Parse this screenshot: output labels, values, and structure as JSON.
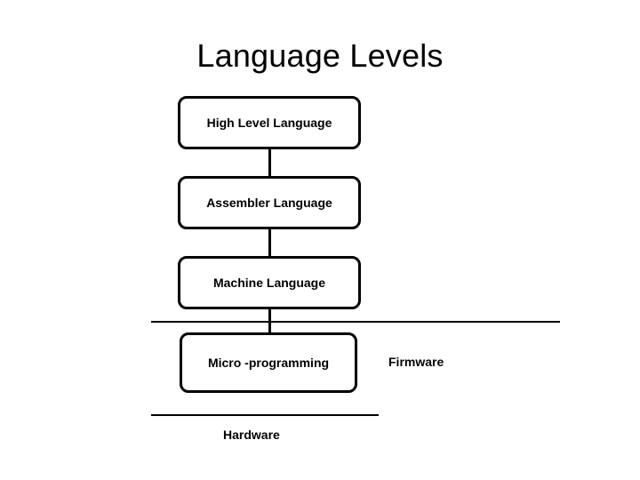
{
  "slide": {
    "title": "Language Levels",
    "background_color": "#ffffff",
    "line_color": "#000000"
  },
  "boxes": [
    {
      "label": "High Level Language"
    },
    {
      "label": "Assembler Language"
    },
    {
      "label": "Machine Language"
    },
    {
      "label": "Micro -programming"
    }
  ],
  "captions": [
    {
      "label": "Firmware"
    },
    {
      "label": "Hardware"
    }
  ]
}
